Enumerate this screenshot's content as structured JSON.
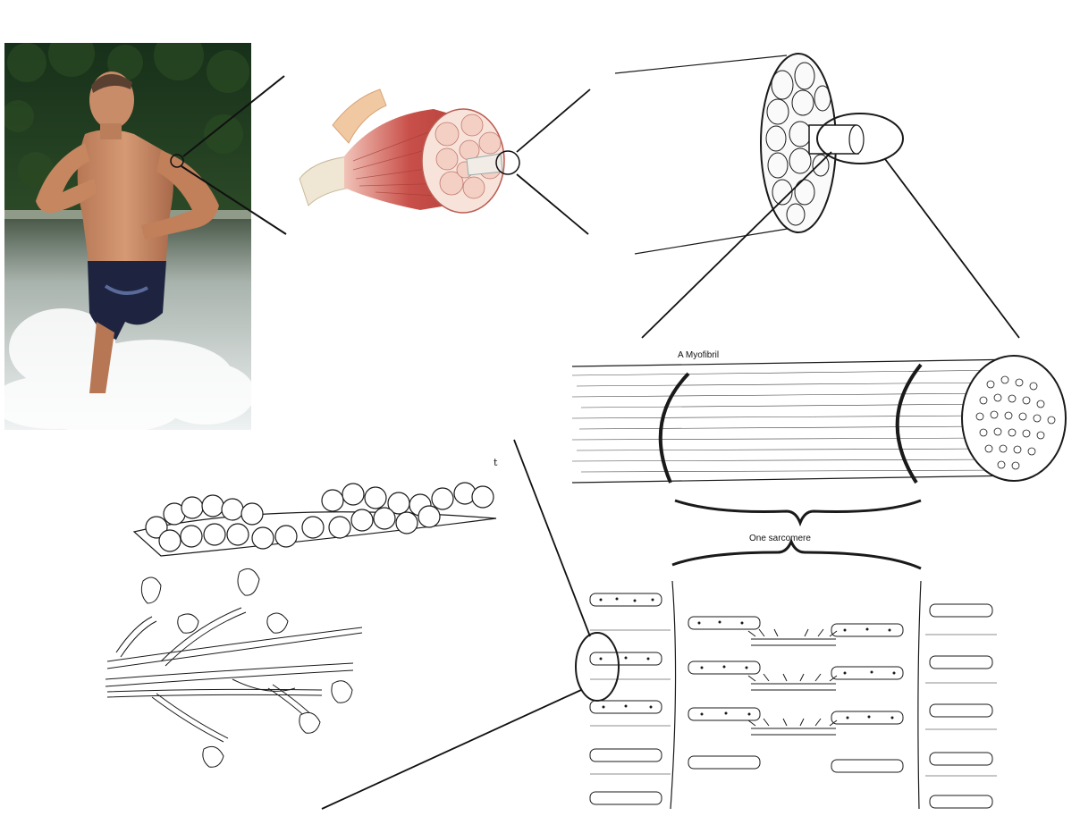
{
  "labels": {
    "myofibril": "A Myofibril",
    "one_sarcomere": "One sarcomere",
    "fragment_t": "t"
  },
  "panels": {
    "photo": {
      "subject": "runner-in-water-photo"
    },
    "muscle": {
      "subject": "muscle-cross-section"
    },
    "fascicle": {
      "subject": "muscle-fiber-bundle"
    },
    "myofibril": {
      "subject": "myofibril-cylinder"
    },
    "sarcomere": {
      "subject": "sarcomere-detail"
    },
    "filaments": {
      "subject": "actin-myosin-filaments"
    }
  },
  "colors": {
    "ink": "#1a1a1a",
    "muscle_red": "#c9504a",
    "muscle_light": "#e8a39a",
    "skin": "#c98c68",
    "water": "#e9eef0",
    "forest": "#1f3a1c",
    "shorts": "#1e2440"
  }
}
